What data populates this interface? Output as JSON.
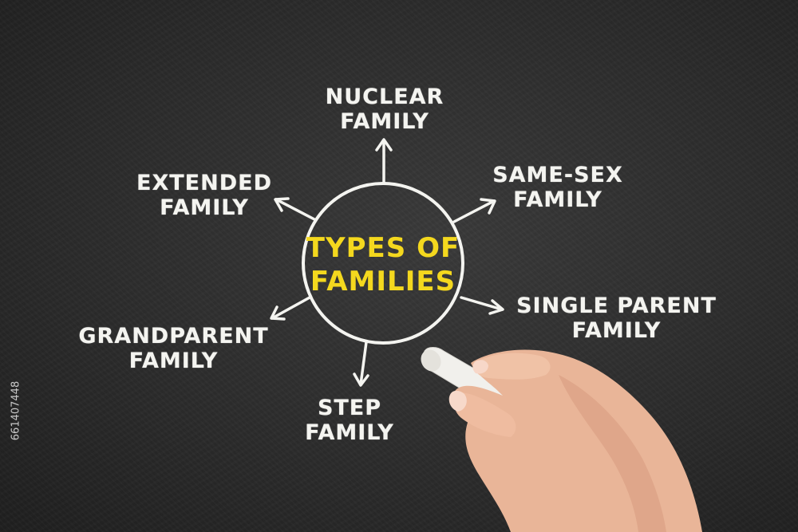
{
  "diagram": {
    "center": {
      "line1": "TYPES OF",
      "line2": "FAMILIES"
    },
    "nodes": [
      {
        "id": "nuclear",
        "line1": "NUCLEAR",
        "line2": "FAMILY"
      },
      {
        "id": "same-sex",
        "line1": "SAME-SEX",
        "line2": "FAMILY"
      },
      {
        "id": "single-parent",
        "line1": "SINGLE PARENT",
        "line2": "FAMILY"
      },
      {
        "id": "step",
        "line1": "STEP",
        "line2": "FAMILY"
      },
      {
        "id": "grandparent",
        "line1": "GRANDPARENT",
        "line2": "FAMILY"
      },
      {
        "id": "extended",
        "line1": "EXTENDED",
        "line2": "FAMILY"
      }
    ],
    "edges": [
      {
        "from": "center",
        "to": "nuclear"
      },
      {
        "from": "center",
        "to": "same-sex"
      },
      {
        "from": "center",
        "to": "single-parent"
      },
      {
        "from": "center",
        "to": "step"
      },
      {
        "from": "center",
        "to": "grandparent"
      },
      {
        "from": "center",
        "to": "extended"
      }
    ]
  },
  "watermark": "661407448",
  "colors": {
    "chalk": "#f4f4f0",
    "center_text": "#f4d81e",
    "board": "#2b2b2b"
  }
}
